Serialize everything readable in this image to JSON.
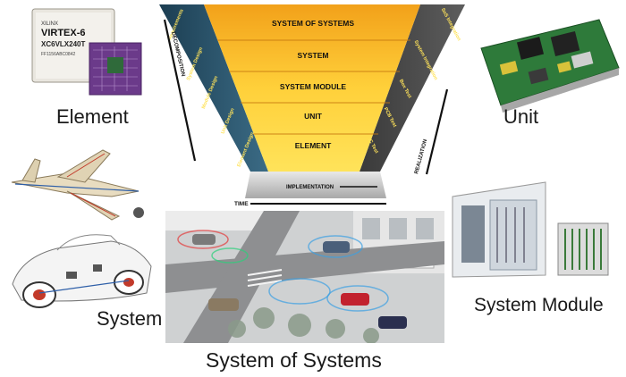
{
  "vee": {
    "levels": [
      "SYSTEM OF SYSTEMS",
      "SYSTEM",
      "SYSTEM MODULE",
      "UNIT",
      "ELEMENT"
    ],
    "left_steps": [
      "Requirements",
      "System Design",
      "Module Design",
      "Unit Design",
      "Element Design"
    ],
    "right_steps": [
      "SoS Integration",
      "System Integration",
      "Box Test",
      "PCB Test",
      "IC Test"
    ],
    "decomposition_label": "DECOMPOSITION",
    "realization_label": "REALIZATION",
    "implementation_label": "IMPLEMENTATION",
    "time_label": "TIME",
    "colors": {
      "top": "#f2a11a",
      "bottom": "#ffe35a",
      "side": "#27526b",
      "base": "#bdbdbd"
    }
  },
  "chip": {
    "brand": "XILINX",
    "family": "VIRTEX-6",
    "part": "XC6VLX240T",
    "code": "FF1156ABC0842"
  },
  "captions": {
    "element": "Element",
    "unit": "Unit",
    "system": "System",
    "system_module": "System Module",
    "system_of_systems": "System of Systems"
  }
}
